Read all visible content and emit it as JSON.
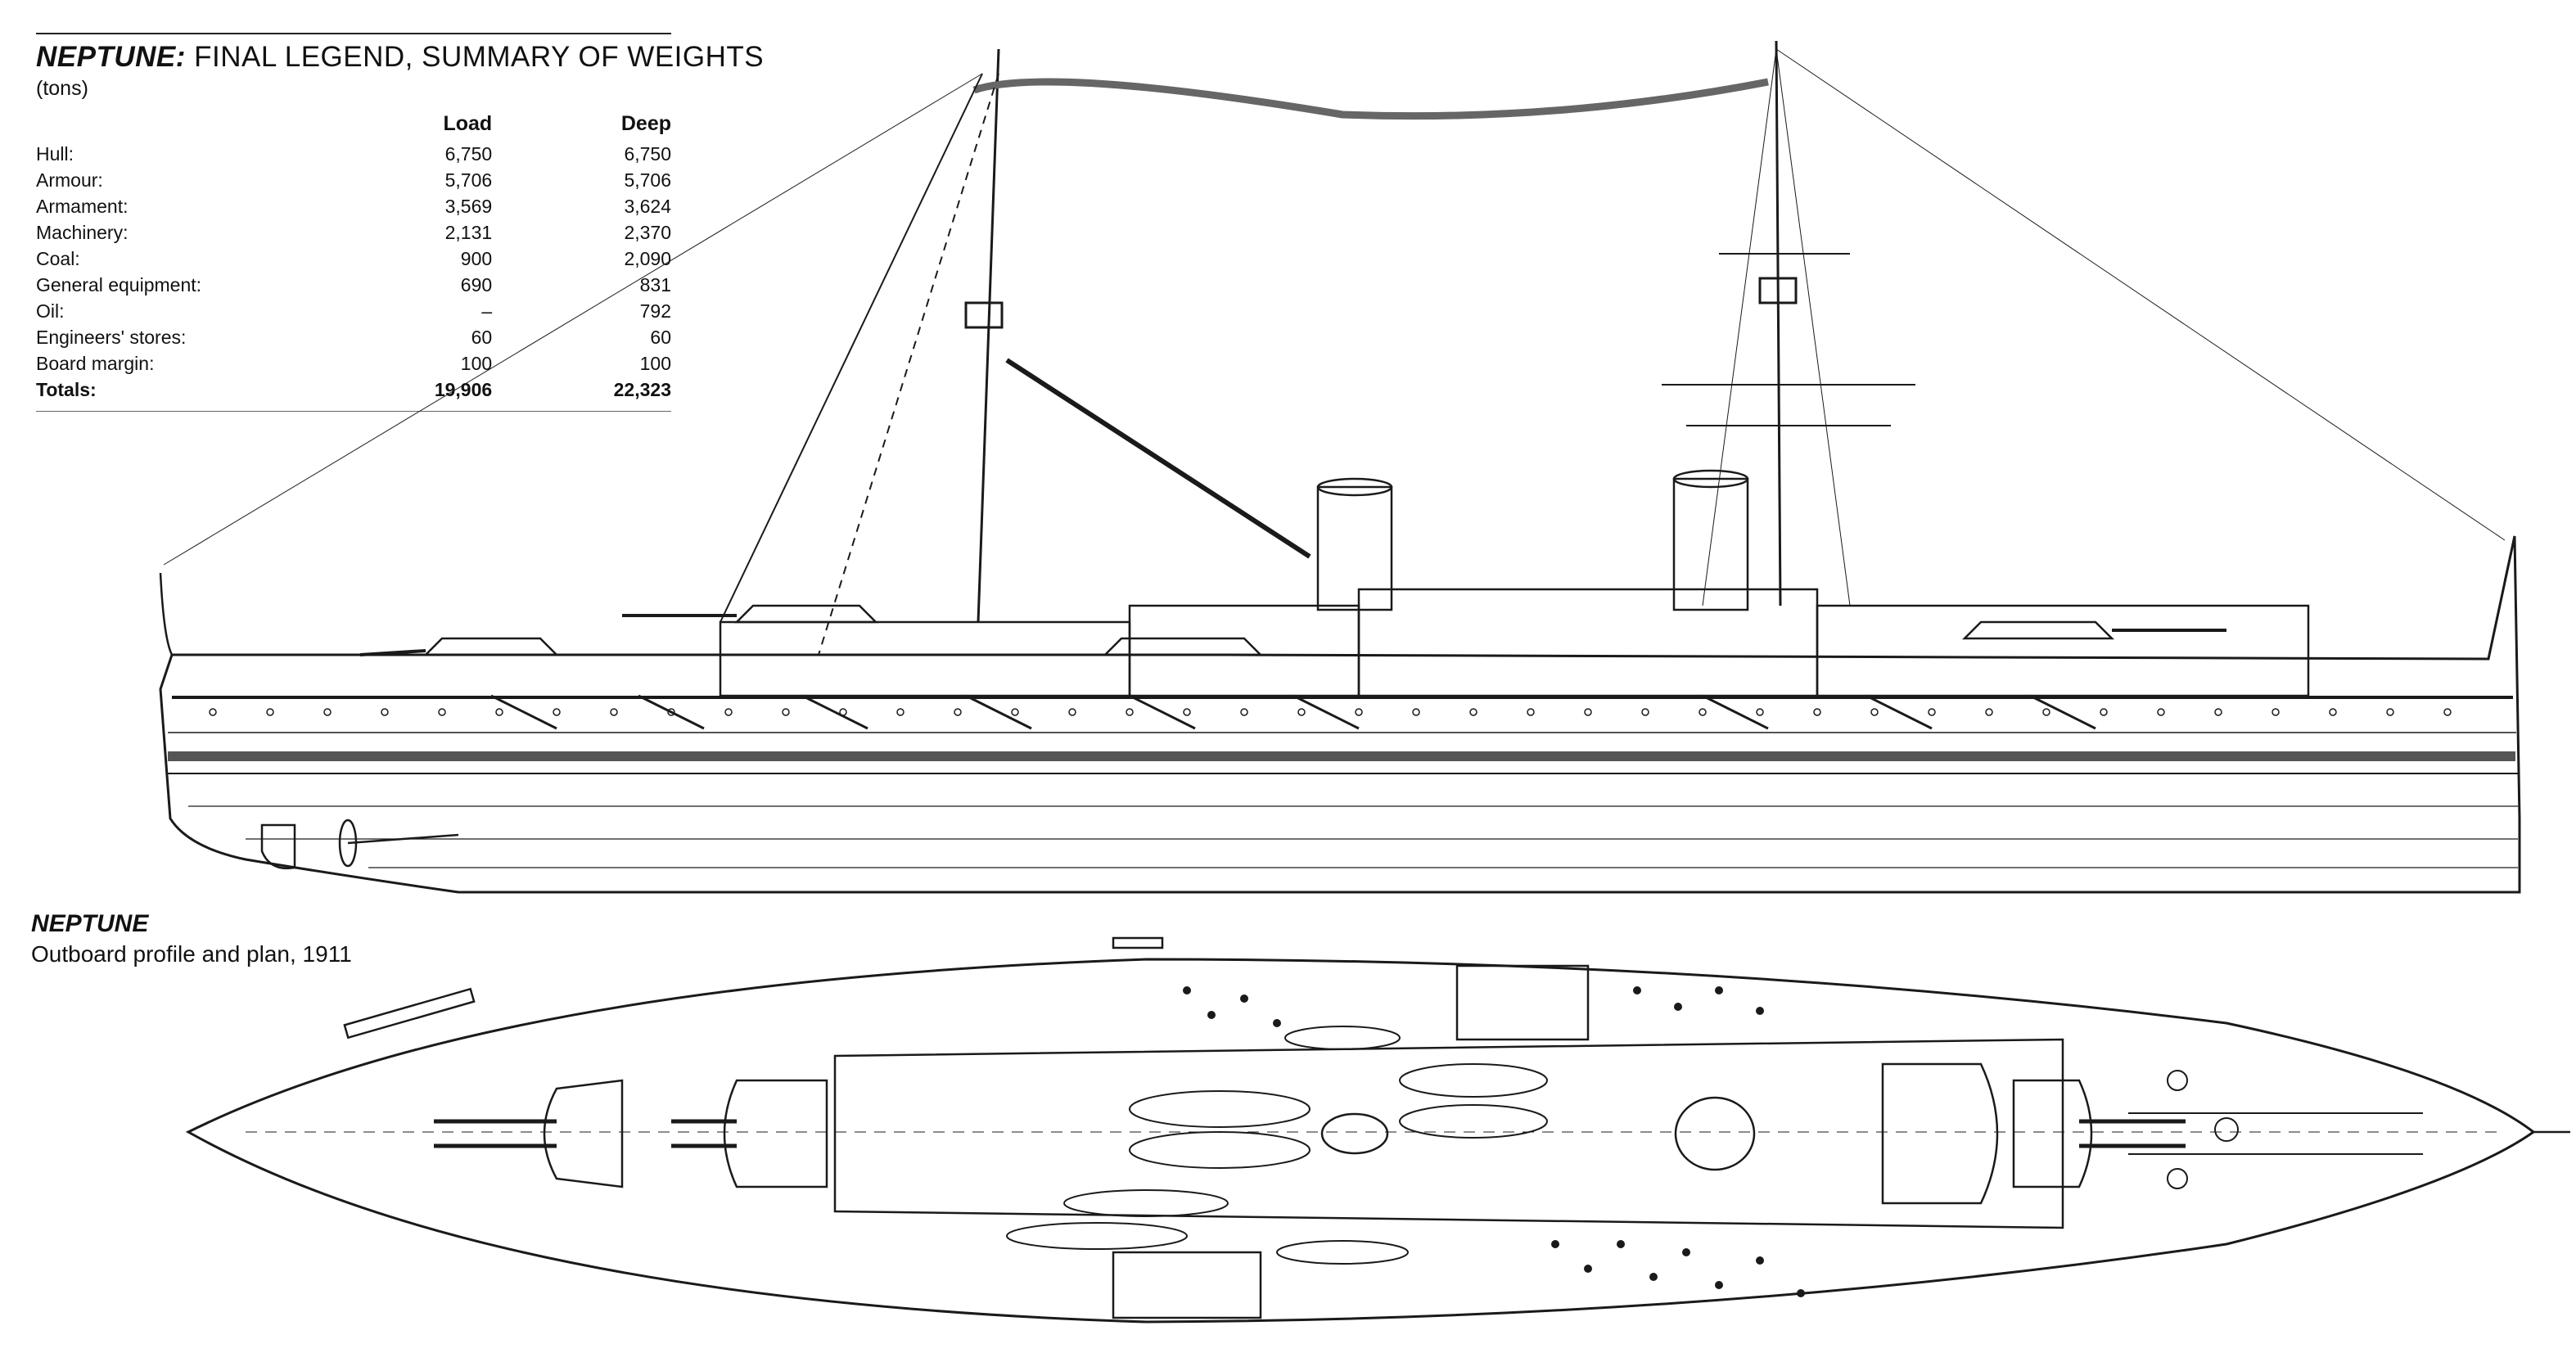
{
  "legend": {
    "title_name": "NEPTUNE:",
    "title_rest": " FINAL LEGEND, SUMMARY OF WEIGHTS",
    "units": "(tons)",
    "columns": [
      "Load",
      "Deep"
    ],
    "rows": [
      {
        "label": "Hull:",
        "load": "6,750",
        "deep": "6,750"
      },
      {
        "label": "Armour:",
        "load": "5,706",
        "deep": "5,706"
      },
      {
        "label": "Armament:",
        "load": "3,569",
        "deep": "3,624"
      },
      {
        "label": "Machinery:",
        "load": "2,131",
        "deep": "2,370"
      },
      {
        "label": "Coal:",
        "load": "900",
        "deep": "2,090"
      },
      {
        "label": "General equipment:",
        "load": "690",
        "deep": "831"
      },
      {
        "label": "Oil:",
        "load": "–",
        "deep": "792"
      },
      {
        "label": "Engineers' stores:",
        "load": "60",
        "deep": "60"
      },
      {
        "label": "Board margin:",
        "load": "100",
        "deep": "100"
      }
    ],
    "totals": {
      "label": "Totals:",
      "load": "19,906",
      "deep": "22,323"
    }
  },
  "caption": {
    "ship_name": "NEPTUNE",
    "description": "Outboard profile and plan, 1911"
  },
  "colors": {
    "ink": "#1a1a1a",
    "hull_stripe": "#555555"
  }
}
